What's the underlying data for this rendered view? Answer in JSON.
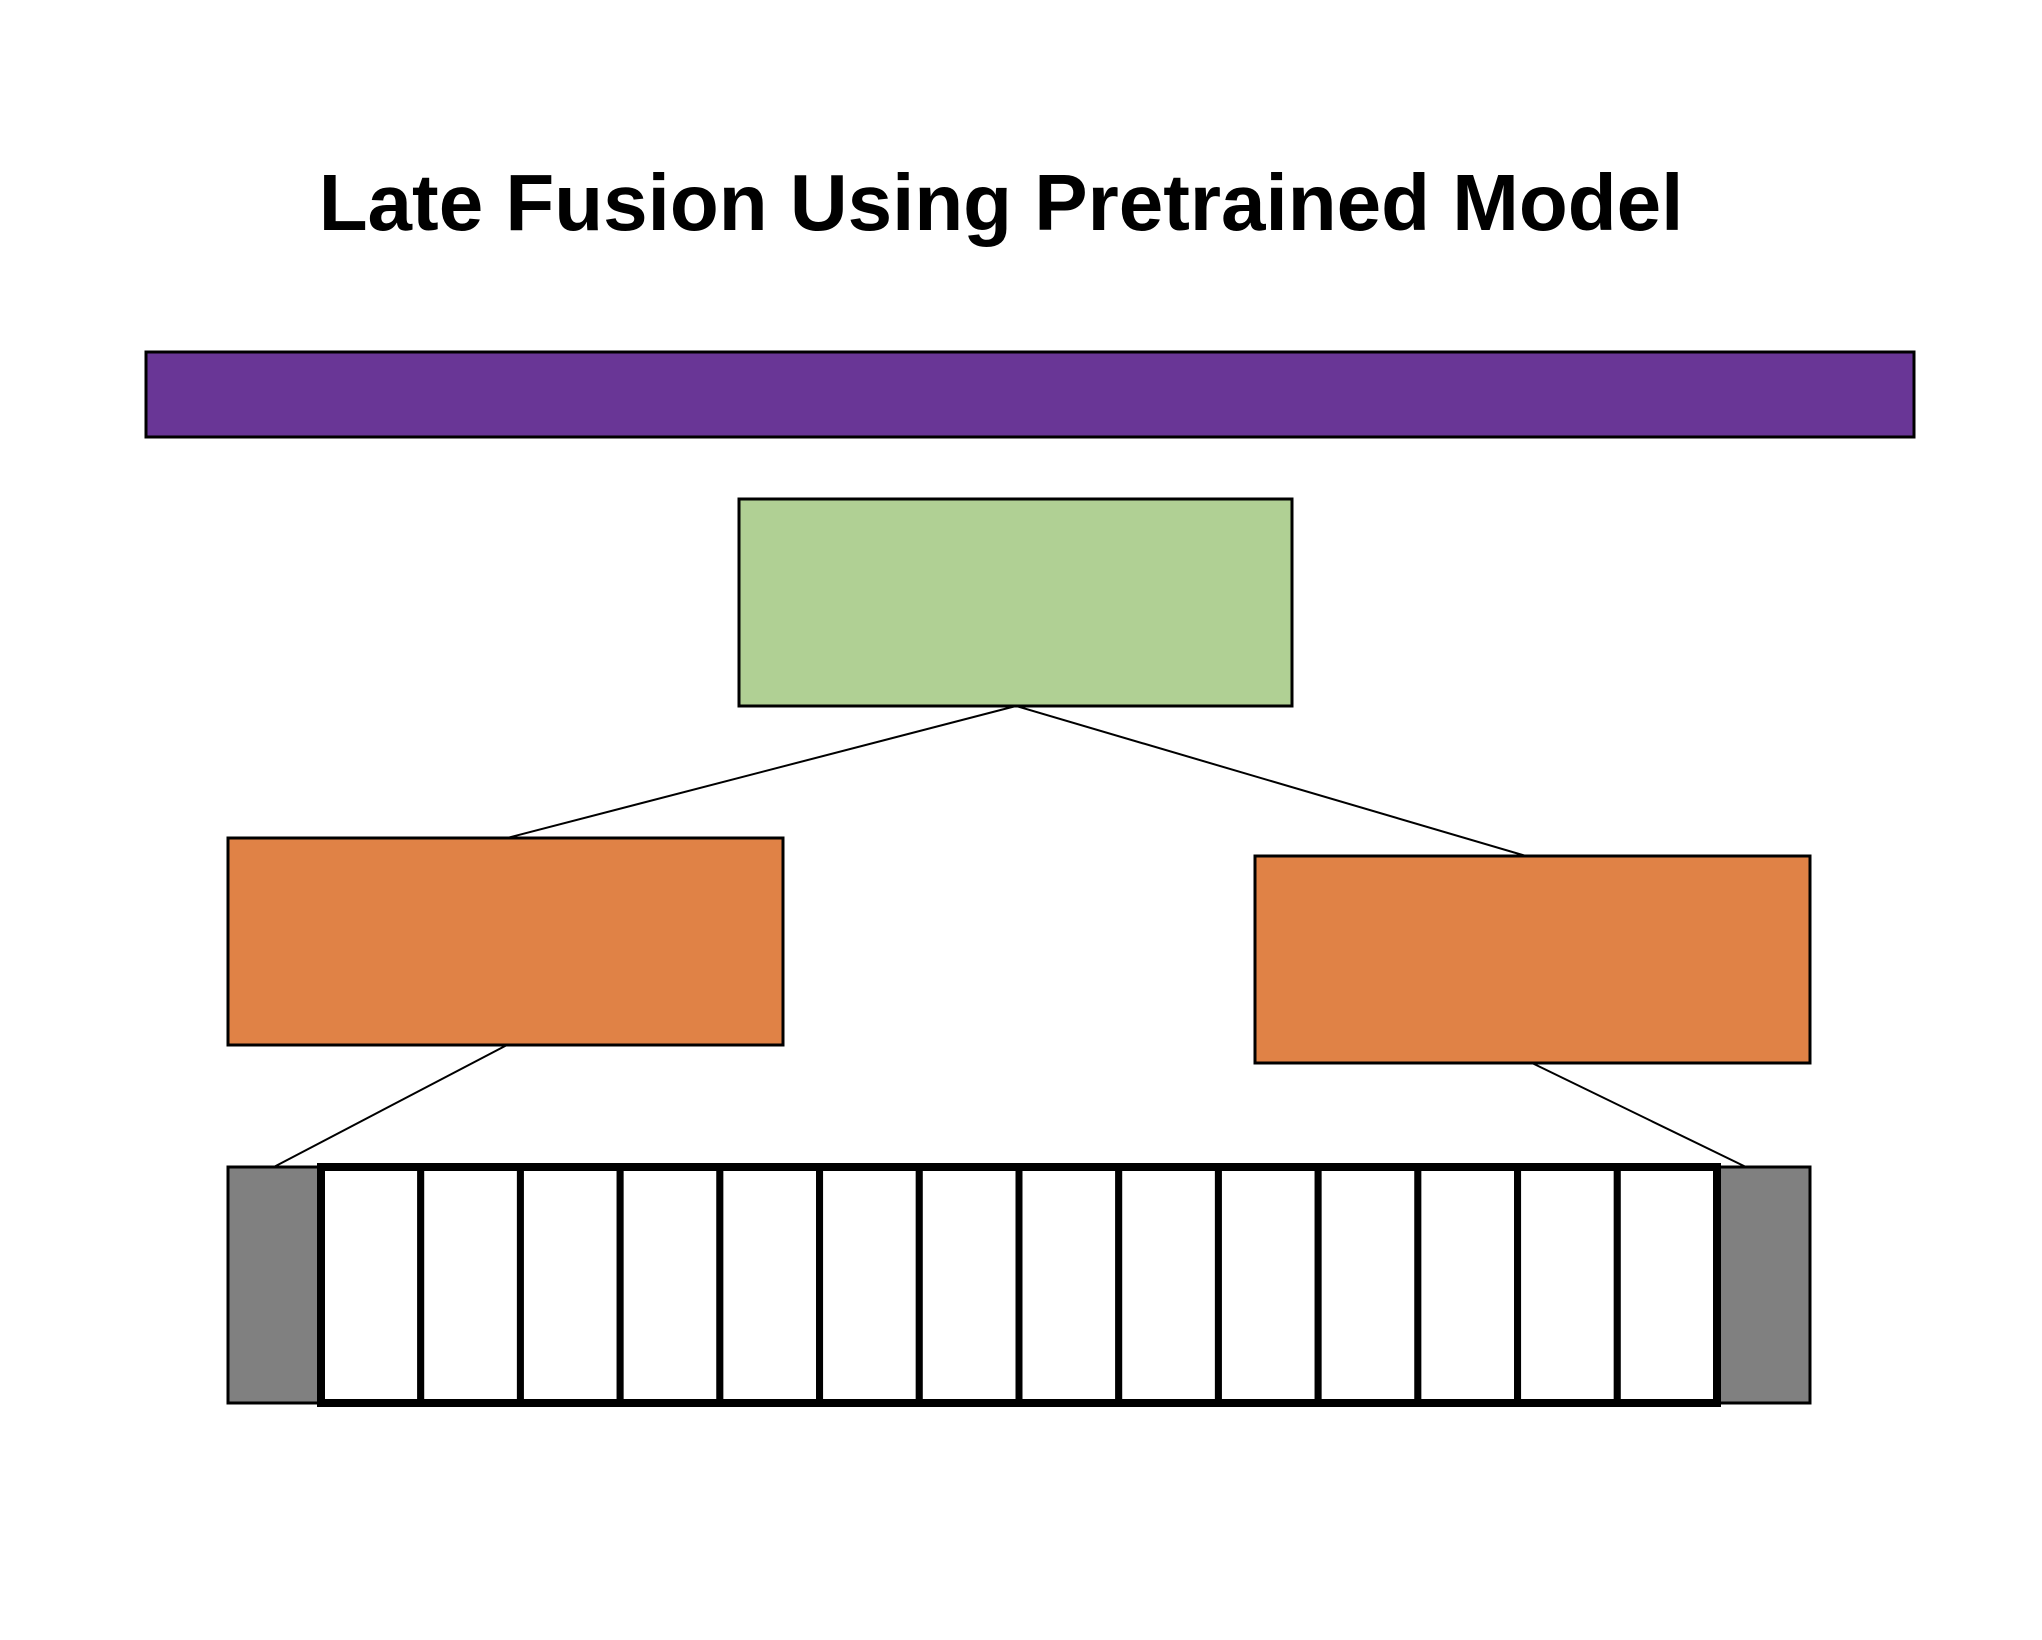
{
  "title": "Late Fusion Using Pretrained Model",
  "colors": {
    "output_bar": "#693696",
    "fusion_block": "#b0d094",
    "encoder_block": "#e08246",
    "end_frame": "#808080",
    "middle_frame": "#ffffff",
    "stroke": "#000000",
    "background": "#ffffff"
  },
  "frames": {
    "count": 16,
    "highlighted": [
      "first",
      "last"
    ]
  }
}
